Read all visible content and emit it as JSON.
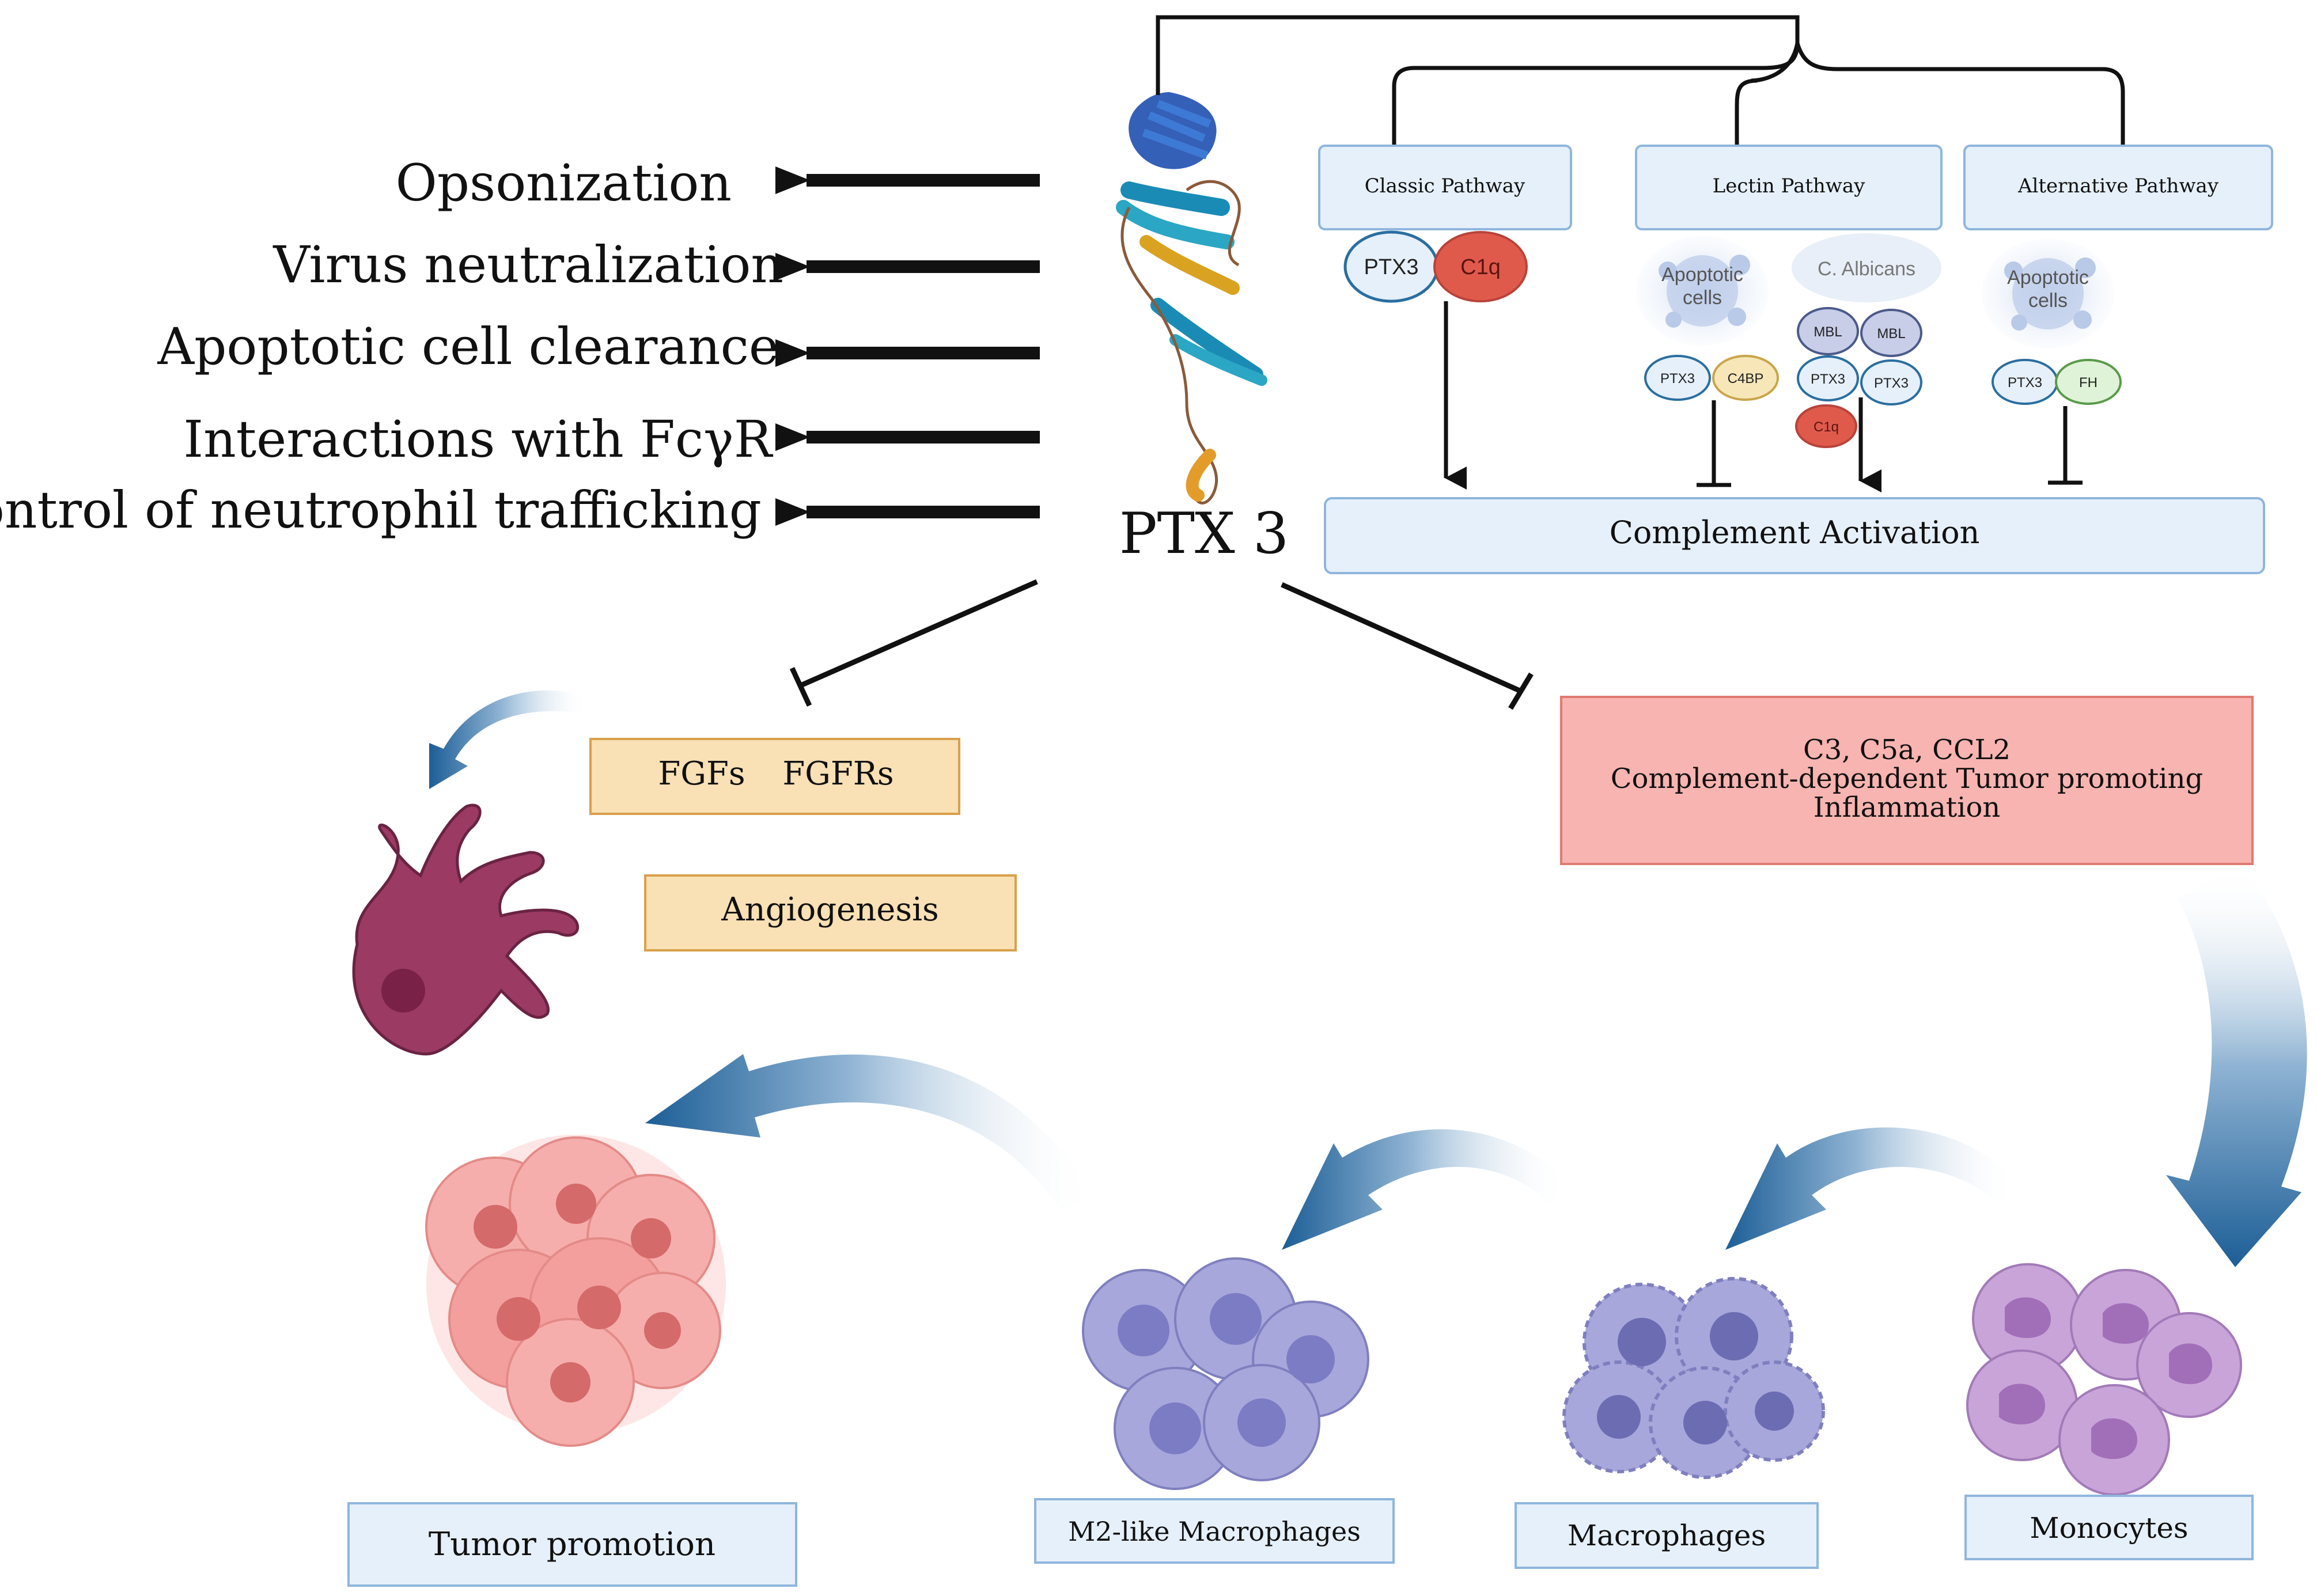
{
  "functions": [
    "Opsonization",
    "Virus neutralization",
    "Apoptotic cell clearance",
    "Interactions with FcγR",
    "Control of neutrophil trafficking"
  ],
  "center_label": "PTX 3",
  "pathways": {
    "classic": "Classic Pathway",
    "lectin": "Lectin Pathway",
    "alternative": "Alternative Pathway"
  },
  "complement_activation": "Complement Activation",
  "molecules": {
    "ptx3": "PTX3",
    "c1q": "C1q",
    "c4bp": "C4BP",
    "mbl": "MBL",
    "fh": "FH",
    "apoptotic_cells": [
      "Apoptotic",
      "cells"
    ],
    "c_albicans": "C. Albicans"
  },
  "fgf_box": {
    "fgfs": "FGFs",
    "fgfrs": "FGFRs"
  },
  "angiogenesis": "Angiogenesis",
  "inflammation_box": [
    "C3, C5a, CCL2",
    "Complement-dependent Tumor promoting",
    "Inflammation"
  ],
  "cell_labels": {
    "tumor": "Tumor promotion",
    "m2": "M2-like Macrophages",
    "macrophages": "Macrophages",
    "monocytes": "Monocytes"
  },
  "colors": {
    "box_blue_fill": "#e6f0fa",
    "box_blue_stroke": "#8fb6dd",
    "box_orange_fill": "#f9e0b5",
    "box_orange_stroke": "#d9a04a",
    "box_red_fill": "#f8b4b0",
    "box_red_stroke": "#e07a72",
    "c1q_red": "#e05a4c",
    "arrow_blue": "#1c5e96",
    "endothelial": "#9b3a62",
    "tumor_cell": "#f09a98",
    "macrophage": "#a7a7dc",
    "monocyte": "#c9a4d8"
  }
}
